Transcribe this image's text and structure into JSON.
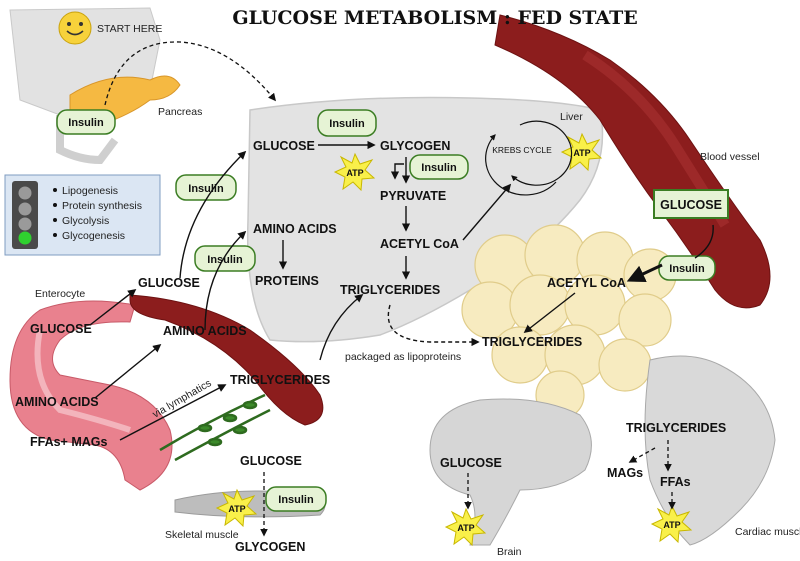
{
  "title": "GLUCOSE METABOLISM : FED STATE",
  "start_here": "START HERE",
  "organs": {
    "pancreas": "Pancreas",
    "liver": "Liver",
    "blood_vessel": "Blood vessel",
    "enterocyte": "Enterocyte",
    "skeletal_muscle": "Skeletal muscle",
    "brain": "Brain",
    "cardiac_muscle": "Cardiac muscle"
  },
  "legend": {
    "items": [
      "Lipogenesis",
      "Protein synthesis",
      "Glycolysis",
      "Glycogenesis"
    ]
  },
  "insulin": "Insulin",
  "atp": "ATP",
  "liver_nodes": {
    "glucose": "GLUCOSE",
    "glycogen": "GLYCOGEN",
    "pyruvate": "PYRUVATE",
    "acetyl_coa": "ACETYL CoA",
    "triglycerides": "TRIGLYCERIDES",
    "amino_acids": "AMINO ACIDS",
    "proteins": "PROTEINS",
    "krebs": "KREBS CYCLE"
  },
  "gut": {
    "glucose_left": "GLUCOSE",
    "amino_acids_left": "AMINO ACIDS",
    "ffas_mags": "FFAs+ MAGs",
    "glucose_out": "GLUCOSE",
    "amino_acids_out": "AMINO ACIDS",
    "triglycerides_out": "TRIGLYCERIDES",
    "via_lymphatics": "via lymphatics"
  },
  "vessel": {
    "glucose_box": "GLUCOSE"
  },
  "adipose": {
    "acetyl_coa": "ACETYL CoA",
    "triglycerides": "TRIGLYCERIDES",
    "packaged": "packaged as lipoproteins"
  },
  "muscle": {
    "glucose": "GLUCOSE",
    "glycogen": "GLYCOGEN"
  },
  "brain": {
    "glucose": "GLUCOSE"
  },
  "heart": {
    "triglycerides": "TRIGLYCERIDES",
    "mags": "MAGs",
    "ffas": "FFAs"
  },
  "colors": {
    "insulin_fill": "#e6f3d5",
    "insulin_stroke": "#3b7d23",
    "vessel": "#8c1d1d",
    "liver": "#e4e4e4",
    "fat": "#f7ebc0",
    "atp": "#f9f04a",
    "legend_bg": "#dbe6f3"
  }
}
